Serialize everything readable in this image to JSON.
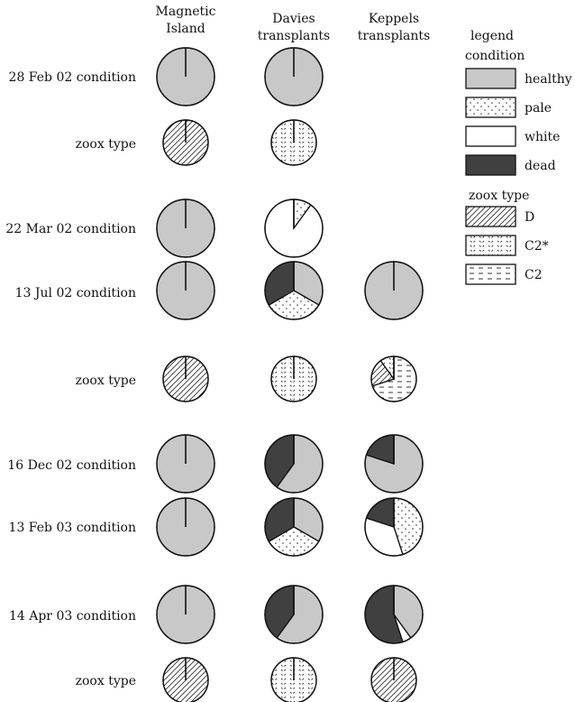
{
  "chart_data": {
    "type": "pie",
    "columns": [
      {
        "id": "magnetic",
        "label_lines": [
          "Magnetic",
          "Island"
        ]
      },
      {
        "id": "davies",
        "label_lines": [
          "Davies",
          "transplants"
        ]
      },
      {
        "id": "keppels",
        "label_lines": [
          "Keppels",
          "transplants"
        ]
      }
    ],
    "rows": [
      {
        "label": "28 Feb 02 condition",
        "kind": "condition",
        "pies": {
          "magnetic": [
            {
              "cat": "healthy",
              "value": 1
            }
          ],
          "davies": [
            {
              "cat": "healthy",
              "value": 1
            }
          ]
        }
      },
      {
        "label": "zoox type",
        "kind": "zoox",
        "pies": {
          "magnetic": [
            {
              "cat": "D",
              "value": 1
            }
          ],
          "davies": [
            {
              "cat": "C2*",
              "value": 1
            }
          ]
        }
      },
      {
        "label": "22 Mar 02 condition",
        "kind": "condition",
        "pies": {
          "magnetic": [
            {
              "cat": "healthy",
              "value": 1
            }
          ],
          "davies": [
            {
              "cat": "pale",
              "value": 0.1
            },
            {
              "cat": "white",
              "value": 0.9
            }
          ]
        }
      },
      {
        "label": "13 Jul 02 condition",
        "kind": "condition",
        "pies": {
          "magnetic": [
            {
              "cat": "healthy",
              "value": 1
            }
          ],
          "davies": [
            {
              "cat": "healthy",
              "value": 0.333
            },
            {
              "cat": "pale",
              "value": 0.333
            },
            {
              "cat": "dead",
              "value": 0.334
            }
          ],
          "keppels": [
            {
              "cat": "healthy",
              "value": 1
            }
          ]
        }
      },
      {
        "label": "zoox type",
        "kind": "zoox",
        "pies": {
          "magnetic": [
            {
              "cat": "D",
              "value": 1
            }
          ],
          "davies": [
            {
              "cat": "C2*",
              "value": 1
            }
          ],
          "keppels": [
            {
              "cat": "C2",
              "value": 0.7
            },
            {
              "cat": "D",
              "value": 0.2
            },
            {
              "cat": "C2*",
              "value": 0.1
            }
          ]
        }
      },
      {
        "label": "16 Dec 02 condition",
        "kind": "condition",
        "pies": {
          "magnetic": [
            {
              "cat": "healthy",
              "value": 1
            }
          ],
          "davies": [
            {
              "cat": "healthy",
              "value": 0.6
            },
            {
              "cat": "dead",
              "value": 0.4
            }
          ],
          "keppels": [
            {
              "cat": "healthy",
              "value": 0.8
            },
            {
              "cat": "dead",
              "value": 0.2
            }
          ]
        }
      },
      {
        "label": "13 Feb 03 condition",
        "kind": "condition",
        "pies": {
          "magnetic": [
            {
              "cat": "healthy",
              "value": 1
            }
          ],
          "davies": [
            {
              "cat": "healthy",
              "value": 0.333
            },
            {
              "cat": "pale",
              "value": 0.333
            },
            {
              "cat": "dead",
              "value": 0.334
            }
          ],
          "keppels": [
            {
              "cat": "pale",
              "value": 0.45
            },
            {
              "cat": "white",
              "value": 0.35
            },
            {
              "cat": "dead",
              "value": 0.2
            }
          ]
        }
      },
      {
        "label": "14 Apr 03 condition",
        "kind": "condition",
        "pies": {
          "magnetic": [
            {
              "cat": "healthy",
              "value": 1
            }
          ],
          "davies": [
            {
              "cat": "healthy",
              "value": 0.6
            },
            {
              "cat": "dead",
              "value": 0.4
            }
          ],
          "keppels": [
            {
              "cat": "healthy",
              "value": 0.4
            },
            {
              "cat": "white",
              "value": 0.05
            },
            {
              "cat": "dead",
              "value": 0.55
            }
          ]
        }
      },
      {
        "label": "zoox type",
        "kind": "zoox",
        "pies": {
          "magnetic": [
            {
              "cat": "D",
              "value": 1
            }
          ],
          "davies": [
            {
              "cat": "C2*",
              "value": 1
            }
          ],
          "keppels": [
            {
              "cat": "D",
              "value": 1
            }
          ]
        }
      }
    ],
    "legend": {
      "title_lines": [
        "legend",
        "condition"
      ],
      "condition": [
        {
          "cat": "healthy",
          "label": "healthy"
        },
        {
          "cat": "pale",
          "label": "pale"
        },
        {
          "cat": "white",
          "label": "white"
        },
        {
          "cat": "dead",
          "label": "dead"
        }
      ],
      "zoox_title": "zoox type",
      "zoox": [
        {
          "cat": "D",
          "label": "D"
        },
        {
          "cat": "C2*",
          "label": "C2*"
        },
        {
          "cat": "C2",
          "label": "C2"
        }
      ]
    },
    "colors": {
      "healthy": "#c8c8c8",
      "dead": "#404040",
      "white": "#ffffff",
      "pale": "#ffffff",
      "stroke": "#111111"
    }
  }
}
